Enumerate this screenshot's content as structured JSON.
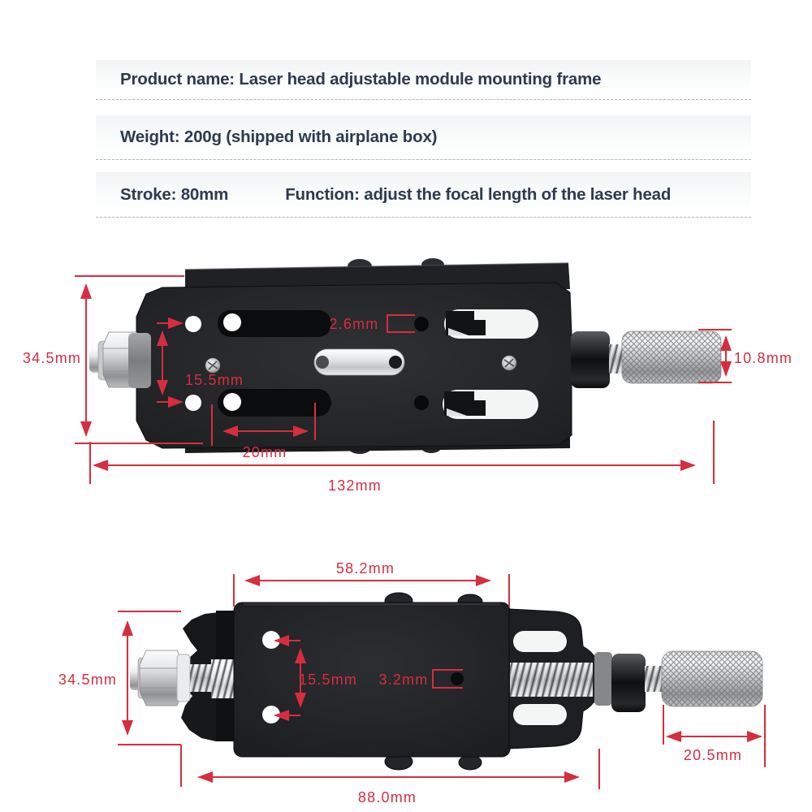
{
  "header": {
    "rows": [
      {
        "text": "Product name: Laser head adjustable module mounting frame"
      },
      {
        "text": "Weight: 200g (shipped with airplane box)"
      },
      {
        "text": "Stroke: 80mm",
        "text2": "Function: adjust the focal length of the laser head"
      }
    ]
  },
  "top_view": {
    "dimensions": {
      "frame_height": "34.5mm",
      "hole_spacing": "15.5mm",
      "hole_offset": "2.6mm",
      "knob_diameter": "10.8mm",
      "slot_length": "20mm",
      "overall_length": "132mm"
    }
  },
  "side_view": {
    "dimensions": {
      "body_length": "58.2mm",
      "frame_height": "34.5mm",
      "hole_spacing": "15.5mm",
      "hole_diameter": "3.2mm",
      "knob_length": "20.5mm",
      "overall_length": "88.0mm"
    }
  },
  "colors": {
    "dimension_red": "#d62e3f",
    "heading_color": "#2d3a4e"
  }
}
